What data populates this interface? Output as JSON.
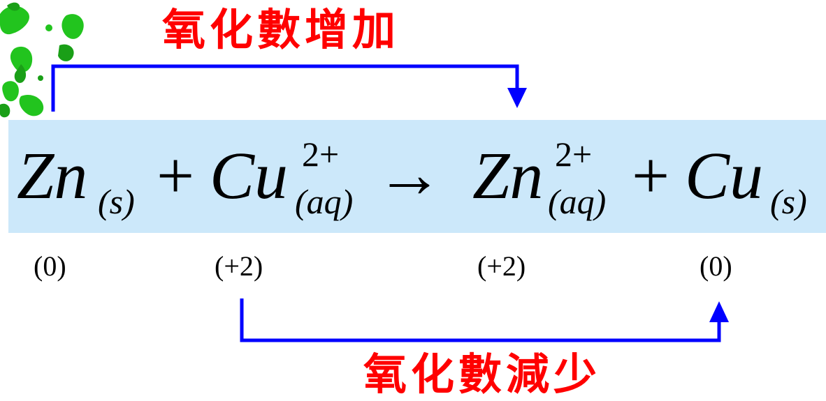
{
  "labels": {
    "oxidation_increase": "氧化數增加",
    "oxidation_decrease": "氧化數減少"
  },
  "equation": {
    "zn_symbol": "Zn",
    "zn_state": "(s)",
    "plus1": "+",
    "cu_symbol": "Cu",
    "cu_charge": "2+",
    "cu_state": "(aq)",
    "arrow": "→",
    "zn2_symbol": "Zn",
    "zn2_charge": "2+",
    "zn2_state": "(aq)",
    "plus2": "+",
    "cu2_symbol": "Cu",
    "cu2_state": "(s)"
  },
  "oxidation_states": {
    "zn": "(0)",
    "cu_ion": "(+2)",
    "zn_ion": "(+2)",
    "cu": "(0)"
  },
  "colors": {
    "label_red": "#ff0000",
    "arrow_blue": "#0000ff",
    "band_blue": "#cce8fa",
    "decor_green": "#22c41e"
  }
}
